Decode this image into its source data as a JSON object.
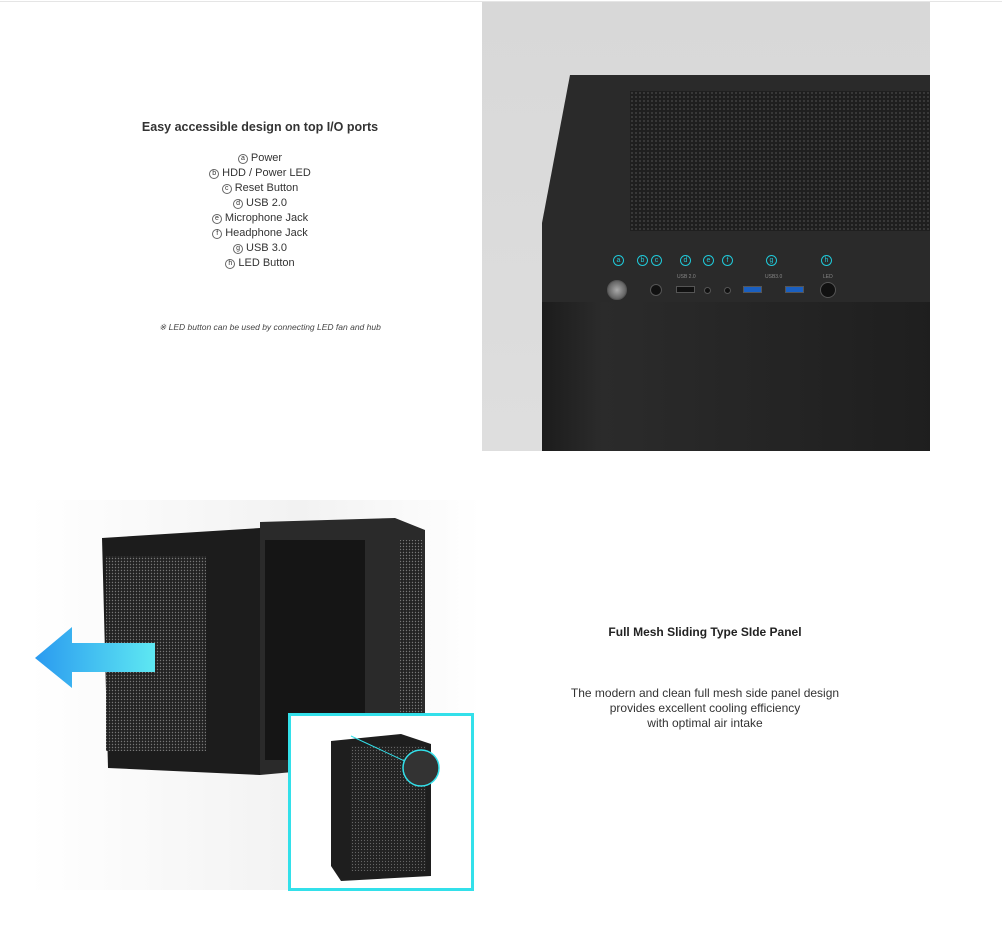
{
  "section1": {
    "title": "Easy accessible design on top I/O ports",
    "items": [
      {
        "letter": "a",
        "label": "Power"
      },
      {
        "letter": "b",
        "label": "HDD / Power LED"
      },
      {
        "letter": "c",
        "label": "Reset Button"
      },
      {
        "letter": "d",
        "label": "USB 2.0"
      },
      {
        "letter": "e",
        "label": "Microphone Jack"
      },
      {
        "letter": "f",
        "label": "Headphone Jack"
      },
      {
        "letter": "g",
        "label": "USB 3.0"
      },
      {
        "letter": "h",
        "label": "LED Button"
      }
    ],
    "note": "※ LED button can be used by connecting LED fan and hub",
    "photo_labels": {
      "usb2": "USB 2.0",
      "usb3": "USB3.0",
      "led": "LED"
    }
  },
  "section2": {
    "title": "Full Mesh Sliding Type SIde Panel",
    "body": [
      "The modern and clean full mesh side panel design",
      "provides excellent cooling efficiency",
      "with optimal air intake"
    ]
  },
  "colors": {
    "accent": "#33e0ea",
    "arrow": "#2aa8f0"
  }
}
